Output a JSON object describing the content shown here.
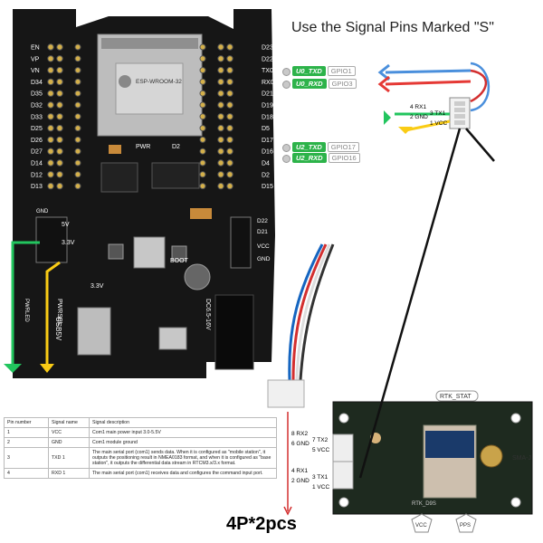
{
  "title": "Use the Signal Pins Marked \"S\"",
  "quantity": "4P*2pcs",
  "esp32": {
    "module": "ESP-WROOM-32",
    "left_pins": [
      "EN",
      "VP",
      "VN",
      "D34",
      "D35",
      "D32",
      "D33",
      "D25",
      "D26",
      "D27",
      "D14",
      "D12",
      "D13"
    ],
    "right_pins": [
      "D23",
      "D22",
      "TX0",
      "RX0",
      "D21",
      "D19",
      "D18",
      "D5",
      "D17",
      "D16",
      "D4",
      "D2",
      "D15"
    ],
    "pwr_label": "PWR",
    "led_label": "D2",
    "boot_label": "BOOT",
    "pwr_sel": "PWRSEL",
    "power_labels": [
      "5V",
      "3.3V"
    ],
    "usb_label": "USB5V",
    "dc_label": "DC6.5-16V",
    "gnd_label": "GND",
    "right_header": [
      "D22",
      "D21",
      "VCC",
      "GND"
    ],
    "pwr_led": "PWRLED"
  },
  "gpio_tags": [
    {
      "signal": "U0_TXD",
      "gpio": "GPIO1"
    },
    {
      "signal": "U0_RXD",
      "gpio": "GPIO3"
    },
    {
      "signal": "U2_TXD",
      "gpio": "GPIO17"
    },
    {
      "signal": "U2_RXD",
      "gpio": "GPIO16"
    }
  ],
  "connector_pins": [
    "4 RX1",
    "3 TX1",
    "2 GND",
    "1 VCC"
  ],
  "rtk": {
    "stat": "RTK_STAT",
    "ant": "SMA-J",
    "vcc_badge": "VCC",
    "pps_badge": "PPS",
    "ports_top": [
      "8 RX2",
      "7 TX2",
      "6 GND",
      "5 VCC"
    ],
    "ports_bottom": [
      "4 RX1",
      "3 TX1",
      "2 GND",
      "1 VCC"
    ],
    "model": "RTK_D9S"
  },
  "table": {
    "headers": [
      "Pin number",
      "Signal name",
      "Signal description"
    ],
    "rows": [
      [
        "1",
        "VCC",
        "Com1 main power input 3.0-5.5V"
      ],
      [
        "2",
        "GND",
        "Com1 module ground"
      ],
      [
        "3",
        "TXD 1",
        "The main serial port (com1) sends data. When it is configured as \"mobile station\", it outputs the positioning result in NMEA0183 format, and when it is configured as \"base station\", it outputs the differential data stream in RTCM3.x/3.x format."
      ],
      [
        "4",
        "RXD 1",
        "The main serial port (com1) receives data and configures the command input port."
      ]
    ]
  },
  "colors": {
    "pcb": "#1a1a1a",
    "gpio_green": "#2db34a",
    "wire_red": "#e53935",
    "wire_blue": "#4a8fdc",
    "wire_green": "#22c55e",
    "wire_yellow": "#facc15"
  }
}
